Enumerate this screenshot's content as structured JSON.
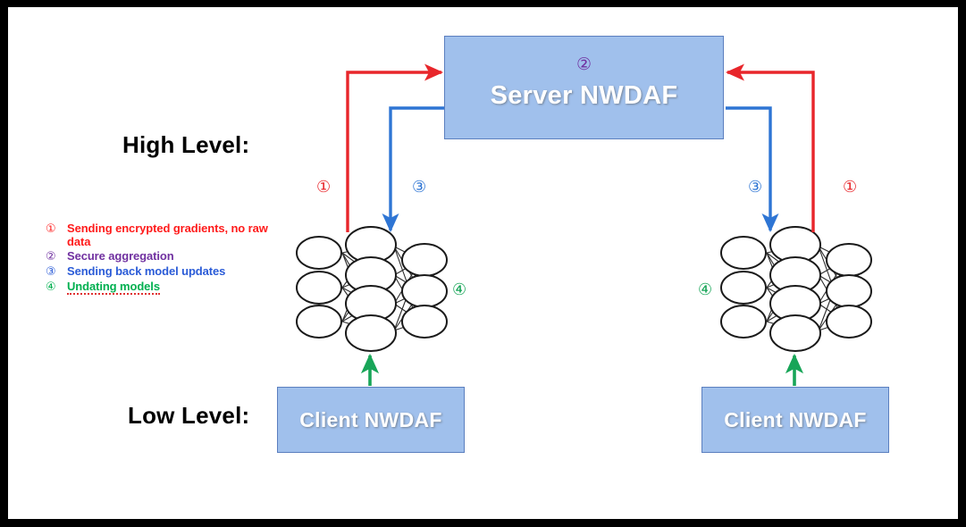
{
  "diagram": {
    "title_hint": "Federated learning between Server NWDAF and Client NWDAFs",
    "border_color": "#000000",
    "canvas_color": "#ffffff",
    "box_fill": "#A0C0EC",
    "box_stroke": "#5B7FBF",
    "levels": {
      "high": "High Level:",
      "low": "Low Level:"
    },
    "server": {
      "label": "Server NWDAF",
      "marker": "②"
    },
    "clients": [
      {
        "label": "Client NWDAF",
        "marker": "④"
      },
      {
        "label": "Client NWDAF",
        "marker": "④"
      }
    ],
    "arrow_markers": {
      "left_up": "①",
      "left_down": "③",
      "right_down": "③",
      "right_up": "①"
    },
    "colors": {
      "red": "#E8262B",
      "blue": "#2E75D4",
      "green": "#18A558",
      "purple": "#7030A0",
      "legend_red": "#FF1B1B",
      "legend_purple": "#7030A0",
      "legend_blue": "#2A5BD7",
      "legend_green": "#00B050"
    },
    "legend": [
      {
        "num": "①",
        "text": "Sending encrypted gradients, no raw data",
        "color_class": "c-red",
        "squiggle": false
      },
      {
        "num": "②",
        "text": "Secure aggregation",
        "color_class": "c-purple",
        "squiggle": false
      },
      {
        "num": "③",
        "text": "Sending back model updates",
        "color_class": "c-blue",
        "squiggle": false
      },
      {
        "num": "④",
        "text": "Undating models",
        "color_class": "c-green",
        "squiggle": true
      }
    ],
    "neural_networks": {
      "layers": [
        3,
        4,
        3
      ],
      "node_shape": "ellipse",
      "node_stroke": "#1a1a1a"
    }
  }
}
